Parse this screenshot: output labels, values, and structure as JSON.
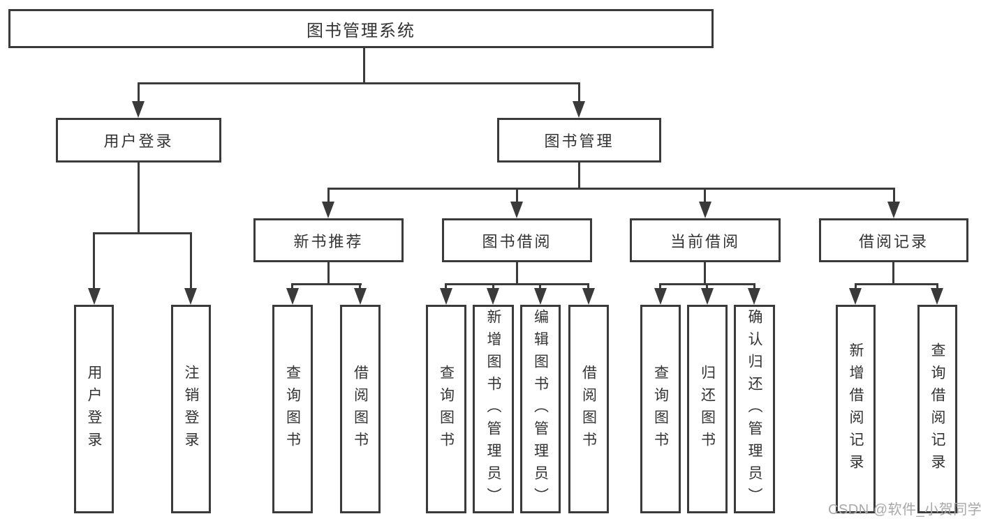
{
  "diagram": {
    "root": {
      "label": "图书管理系统",
      "children": [
        {
          "label": "用户登录",
          "children": [
            {
              "label": "用户登录"
            },
            {
              "label": "注销登录"
            }
          ]
        },
        {
          "label": "图书管理",
          "children": [
            {
              "label": "新书推荐",
              "children": [
                {
                  "label": "查询图书"
                },
                {
                  "label": "借阅图书"
                }
              ]
            },
            {
              "label": "图书借阅",
              "children": [
                {
                  "label": "查询图书"
                },
                {
                  "label": "新增图书（管理员）"
                },
                {
                  "label": "编辑图书（管理员）"
                },
                {
                  "label": "借阅图书"
                }
              ]
            },
            {
              "label": "当前借阅",
              "children": [
                {
                  "label": "查询图书"
                },
                {
                  "label": "归还图书"
                },
                {
                  "label": "确认归还（管理员）"
                }
              ]
            },
            {
              "label": "借阅记录",
              "children": [
                {
                  "label": "新增借阅记录"
                },
                {
                  "label": "查询借阅记录"
                }
              ]
            }
          ]
        }
      ]
    }
  },
  "watermark": {
    "text": "CSDN @软件_小贺同学"
  },
  "colors": {
    "line": "#3a3a3a",
    "text": "#333333",
    "watermark": "#a8a8a8",
    "background": "#ffffff"
  }
}
